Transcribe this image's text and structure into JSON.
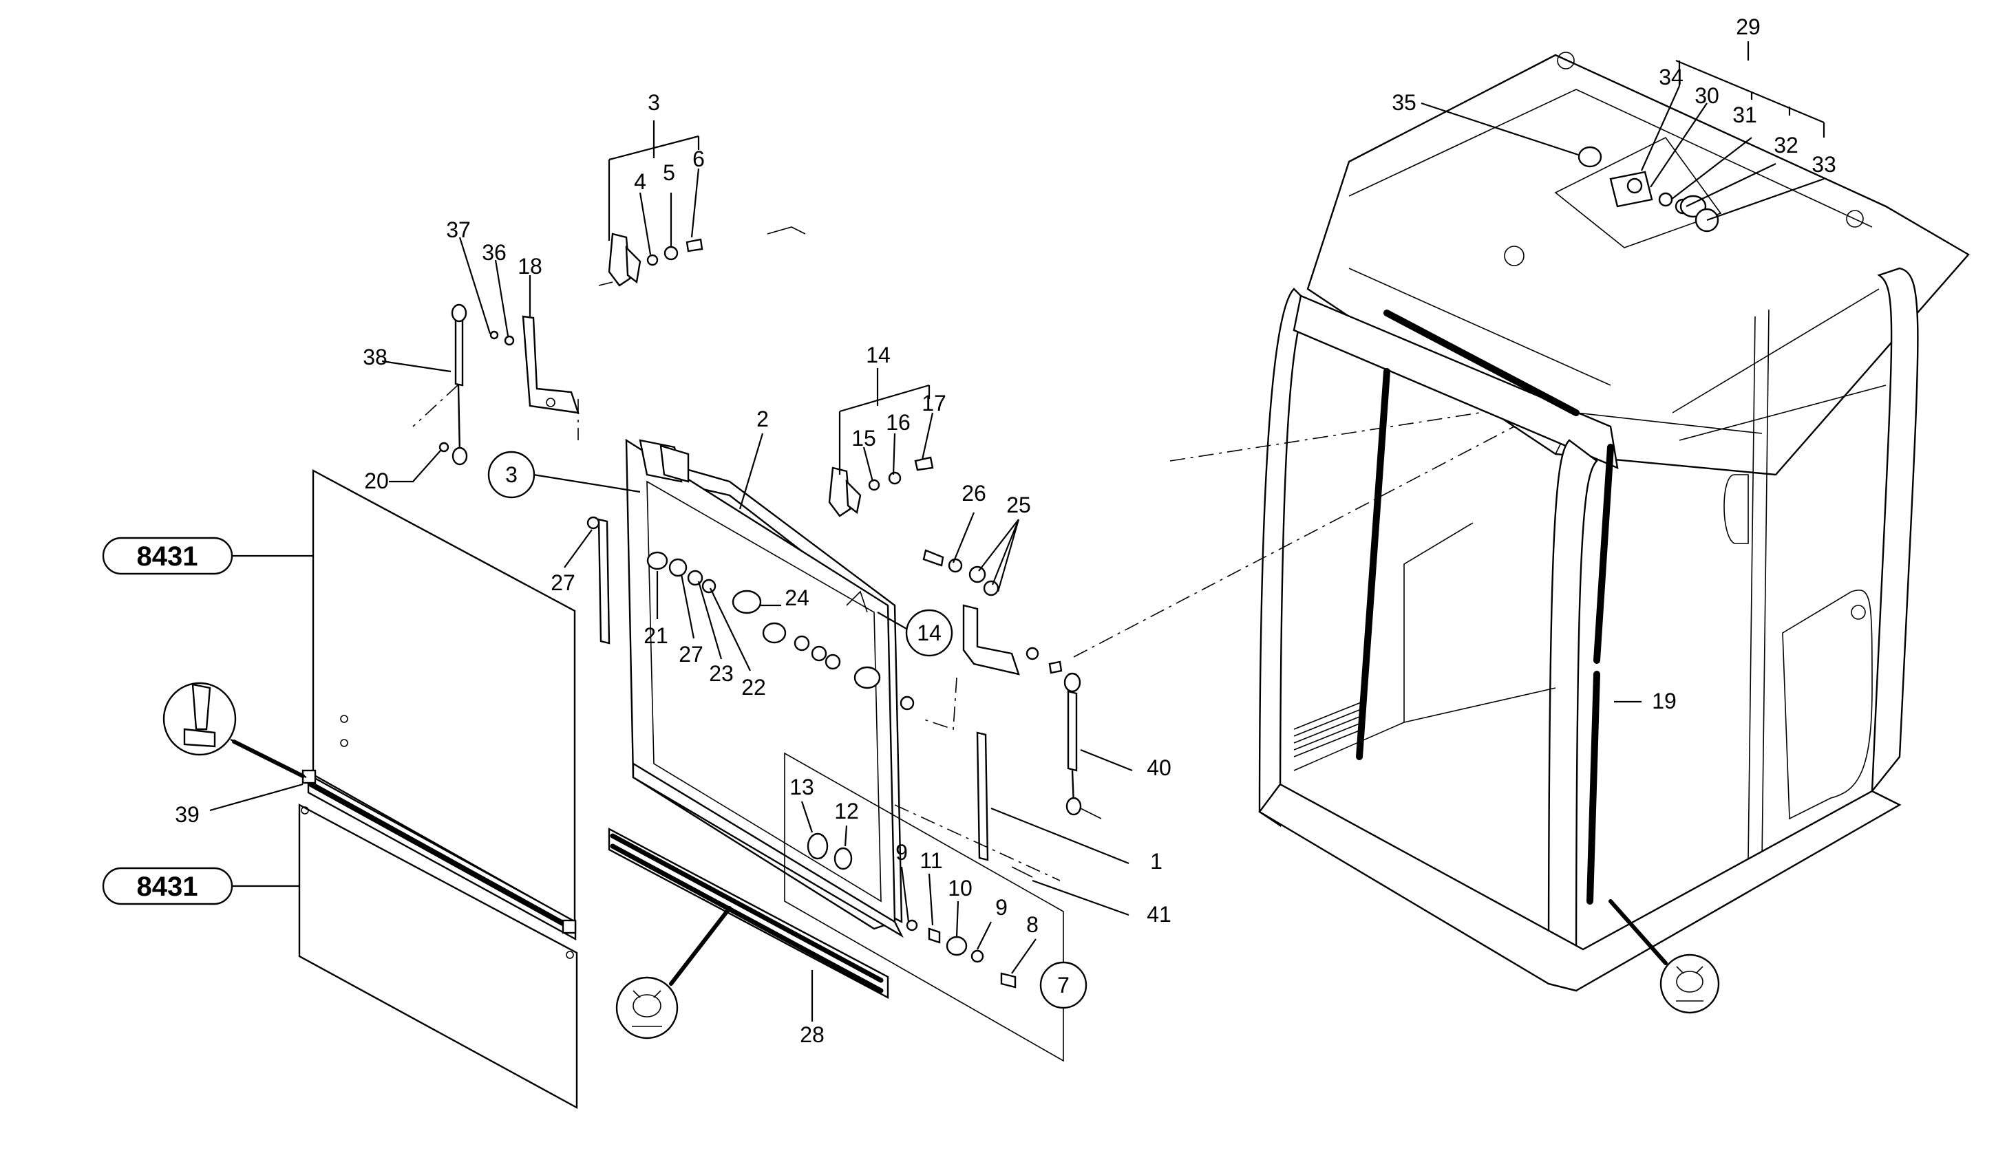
{
  "diagram": {
    "callouts": [
      {
        "id": "c3a",
        "text": "3"
      },
      {
        "id": "c4",
        "text": "4"
      },
      {
        "id": "c5",
        "text": "5"
      },
      {
        "id": "c6",
        "text": "6"
      },
      {
        "id": "c37",
        "text": "37"
      },
      {
        "id": "c36",
        "text": "36"
      },
      {
        "id": "c18",
        "text": "18"
      },
      {
        "id": "c38",
        "text": "38"
      },
      {
        "id": "c20",
        "text": "20"
      },
      {
        "id": "c2",
        "text": "2"
      },
      {
        "id": "c27a",
        "text": "27"
      },
      {
        "id": "c21",
        "text": "21"
      },
      {
        "id": "c27b",
        "text": "27"
      },
      {
        "id": "c23",
        "text": "23"
      },
      {
        "id": "c22",
        "text": "22"
      },
      {
        "id": "c24",
        "text": "24"
      },
      {
        "id": "c14",
        "text": "14"
      },
      {
        "id": "c15",
        "text": "15"
      },
      {
        "id": "c16",
        "text": "16"
      },
      {
        "id": "c17",
        "text": "17"
      },
      {
        "id": "c26",
        "text": "26"
      },
      {
        "id": "c25",
        "text": "25"
      },
      {
        "id": "c40",
        "text": "40"
      },
      {
        "id": "c1",
        "text": "1"
      },
      {
        "id": "c41",
        "text": "41"
      },
      {
        "id": "c13",
        "text": "13"
      },
      {
        "id": "c12",
        "text": "12"
      },
      {
        "id": "c9a",
        "text": "9"
      },
      {
        "id": "c11",
        "text": "11"
      },
      {
        "id": "c10",
        "text": "10"
      },
      {
        "id": "c9b",
        "text": "9"
      },
      {
        "id": "c8",
        "text": "8"
      },
      {
        "id": "c28",
        "text": "28"
      },
      {
        "id": "c39",
        "text": "39"
      },
      {
        "id": "c19",
        "text": "19"
      },
      {
        "id": "c29",
        "text": "29"
      },
      {
        "id": "c34",
        "text": "34"
      },
      {
        "id": "c30",
        "text": "30"
      },
      {
        "id": "c31",
        "text": "31"
      },
      {
        "id": "c32",
        "text": "32"
      },
      {
        "id": "c33",
        "text": "33"
      },
      {
        "id": "c35",
        "text": "35"
      }
    ],
    "circled": [
      {
        "id": "r3",
        "text": "3"
      },
      {
        "id": "r14",
        "text": "14"
      },
      {
        "id": "r7",
        "text": "7"
      }
    ],
    "references": [
      {
        "id": "ref1",
        "text": "8431"
      },
      {
        "id": "ref2",
        "text": "8431"
      }
    ],
    "symbols": [
      "sealant-symbol-icon",
      "sealant-symbol-icon",
      "seal-profile-detail-icon"
    ]
  }
}
